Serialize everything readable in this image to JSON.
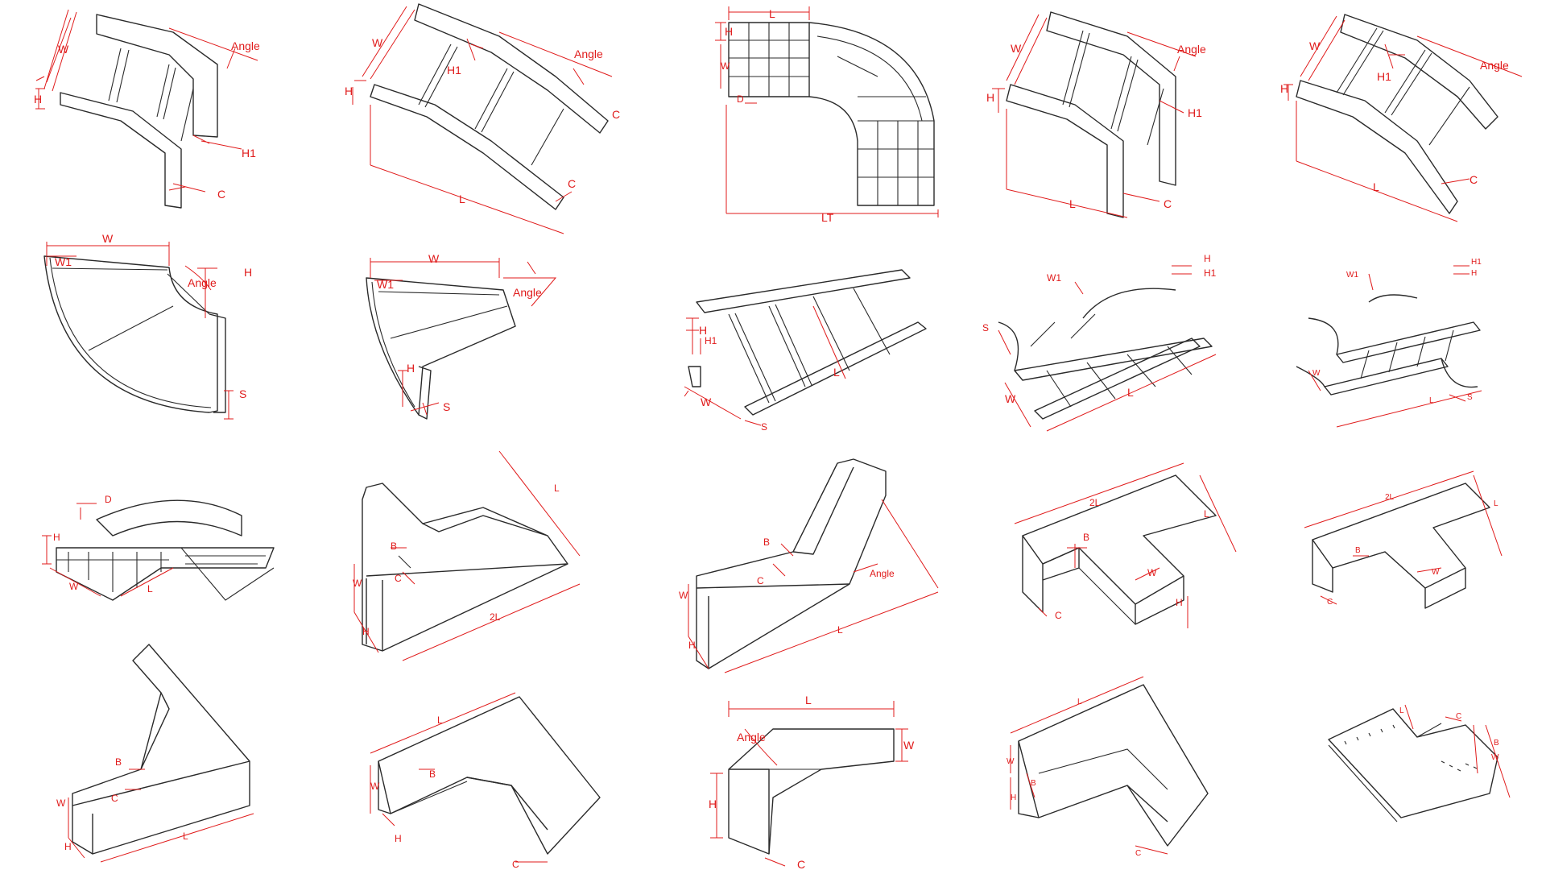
{
  "sheet": {
    "rows": [
      {
        "panels": [
          {
            "name": "ladder-horizontal-bend",
            "labels": [
              "W",
              "Angle",
              "H",
              "H1",
              "C"
            ]
          },
          {
            "name": "ladder-outside-riser",
            "labels": [
              "W",
              "H1",
              "Angle",
              "H",
              "C",
              "C",
              "L"
            ]
          },
          {
            "name": "mesh-horizontal-bend",
            "labels": [
              "L",
              "H",
              "W",
              "D",
              "LT"
            ]
          },
          {
            "name": "ladder-inside-riser",
            "labels": [
              "W",
              "Angle",
              "H",
              "H1",
              "C",
              "L"
            ]
          },
          {
            "name": "ladder-angle-bend",
            "labels": [
              "W",
              "Angle",
              "H1",
              "H",
              "C",
              "L"
            ]
          }
        ]
      },
      {
        "panels": [
          {
            "name": "tray-flat-bend-90",
            "labels": [
              "W",
              "W1",
              "H",
              "Angle",
              "S"
            ]
          },
          {
            "name": "tray-flat-bend-45",
            "labels": [
              "W",
              "W1",
              "Angle",
              "H",
              "S"
            ]
          },
          {
            "name": "ladder-straight",
            "labels": [
              "H",
              "H1",
              "L",
              "W",
              "S"
            ]
          },
          {
            "name": "ladder-tee",
            "labels": [
              "W1",
              "H",
              "H1",
              "S",
              "W",
              "L"
            ]
          },
          {
            "name": "ladder-cross",
            "labels": [
              "W1",
              "H1",
              "H",
              "W",
              "L",
              "S"
            ]
          }
        ]
      },
      {
        "panels": [
          {
            "name": "mesh-tee",
            "labels": [
              "D",
              "H",
              "W",
              "L"
            ]
          },
          {
            "name": "trunking-tee",
            "labels": [
              "B",
              "C",
              "W",
              "H",
              "2L",
              "L"
            ]
          },
          {
            "name": "trunking-angle",
            "labels": [
              "B",
              "C",
              "W",
              "H",
              "Angle",
              "L"
            ]
          },
          {
            "name": "trunking-tee-iso",
            "labels": [
              "2L",
              "B",
              "W",
              "L",
              "C",
              "H"
            ]
          },
          {
            "name": "trunking-tee-small",
            "labels": [
              "2L",
              "B",
              "W",
              "C",
              "L"
            ]
          }
        ]
      },
      {
        "panels": [
          {
            "name": "trunking-elbow",
            "labels": [
              "B",
              "W",
              "C",
              "H",
              "L"
            ]
          },
          {
            "name": "trunking-tee-corner",
            "labels": [
              "L",
              "B",
              "W",
              "H",
              "C"
            ]
          },
          {
            "name": "trunking-reducer",
            "labels": [
              "L",
              "Angle",
              "W",
              "H",
              "C"
            ]
          },
          {
            "name": "trunking-elbow-2",
            "labels": [
              "L",
              "W",
              "B",
              "H",
              "C"
            ]
          },
          {
            "name": "perforated-bend",
            "labels": [
              "L",
              "C",
              "B",
              "W"
            ]
          }
        ]
      }
    ]
  },
  "colors": {
    "outline": "#2a2a2a",
    "dimension": "#e01b1b",
    "background": "#ffffff"
  }
}
